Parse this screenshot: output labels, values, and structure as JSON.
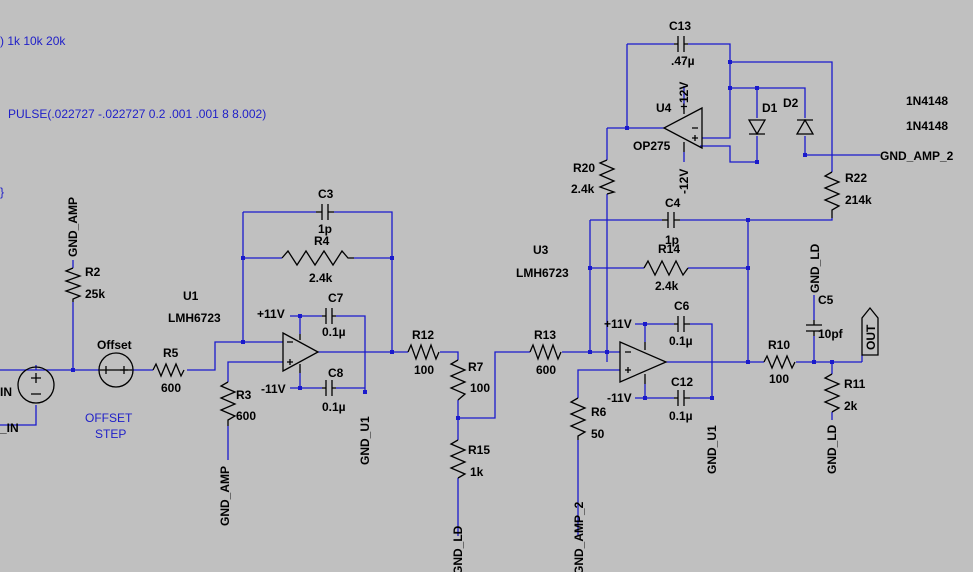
{
  "directives": {
    "step_params": ") 1k 10k 20k",
    "pulse": "PULSE(.022727 -.022727 0.2 .001 .001 8 8.002)",
    "brace": "}",
    "offset_step_line1": "OFFSET",
    "offset_step_line2": "STEP"
  },
  "components": {
    "U1": {
      "ref": "U1",
      "model": "LMH6723"
    },
    "U3": {
      "ref": "U3",
      "model": "LMH6723"
    },
    "U4": {
      "ref": "U4",
      "model": "OP275"
    },
    "R2": {
      "ref": "R2",
      "value": "25k"
    },
    "R3": {
      "ref": "R3",
      "value": "600"
    },
    "R4": {
      "ref": "R4",
      "value": "2.4k"
    },
    "R5": {
      "ref": "R5",
      "value": "600"
    },
    "R6": {
      "ref": "R6",
      "value": "50"
    },
    "R7": {
      "ref": "R7",
      "value": "100"
    },
    "R10": {
      "ref": "R10",
      "value": "100"
    },
    "R11": {
      "ref": "R11",
      "value": "2k"
    },
    "R12": {
      "ref": "R12",
      "value": "100"
    },
    "R13": {
      "ref": "R13",
      "value": "600"
    },
    "R14": {
      "ref": "R14",
      "value": "2.4k"
    },
    "R15": {
      "ref": "R15",
      "value": "1k"
    },
    "R20": {
      "ref": "R20",
      "value": "2.4k"
    },
    "R22": {
      "ref": "R22",
      "value": "214k"
    },
    "C3": {
      "ref": "C3",
      "value": "1p"
    },
    "C4": {
      "ref": "C4",
      "value": "1p"
    },
    "C5": {
      "ref": "C5",
      "value": "10pf"
    },
    "C6": {
      "ref": "C6",
      "value": "0.1µ"
    },
    "C7": {
      "ref": "C7",
      "value": "0.1µ"
    },
    "C8": {
      "ref": "C8",
      "value": "0.1µ"
    },
    "C12": {
      "ref": "C12",
      "value": "0.1µ"
    },
    "C13": {
      "ref": "C13",
      "value": ".47µ"
    },
    "D1": {
      "ref": "D1",
      "model": "1N4148"
    },
    "D2": {
      "ref": "D2",
      "model": "1N4148"
    },
    "Offset": {
      "ref": "Offset"
    }
  },
  "nets": {
    "gnd_amp": "GND_AMP",
    "gnd_amp_2": "GND_AMP_2",
    "gnd_ld": "GND_LD",
    "gnd_u1": "GND_U1",
    "out": "OUT",
    "in_partial": "IN",
    "in_partial2": "_IN"
  },
  "rails": {
    "p11": "+11V",
    "m11": "-11V",
    "p12": "+12V",
    "m12": "-12V"
  }
}
